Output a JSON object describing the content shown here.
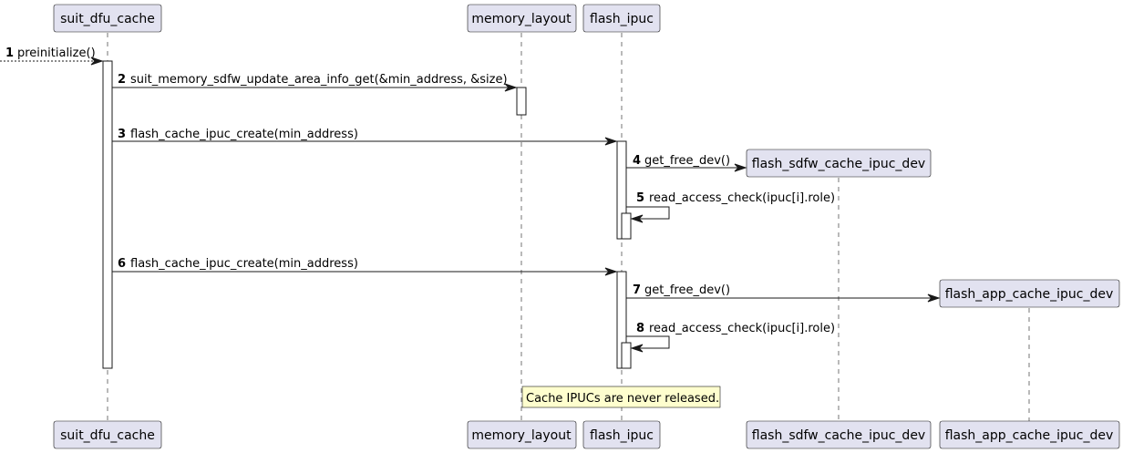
{
  "participants": {
    "suit_dfu_cache": "suit_dfu_cache",
    "memory_layout": "memory_layout",
    "flash_ipuc": "flash_ipuc",
    "flash_sdfw_cache_ipuc_dev": "flash_sdfw_cache_ipuc_dev",
    "flash_app_cache_ipuc_dev": "flash_app_cache_ipuc_dev"
  },
  "messages": [
    {
      "num": "1",
      "label": "preinitialize()"
    },
    {
      "num": "2",
      "label": "suit_memory_sdfw_update_area_info_get(&min_address, &size)"
    },
    {
      "num": "3",
      "label": "flash_cache_ipuc_create(min_address)"
    },
    {
      "num": "4",
      "label": "get_free_dev()"
    },
    {
      "num": "5",
      "label": "read_access_check(ipuc[i].role)"
    },
    {
      "num": "6",
      "label": "flash_cache_ipuc_create(min_address)"
    },
    {
      "num": "7",
      "label": "get_free_dev()"
    },
    {
      "num": "8",
      "label": "read_access_check(ipuc[i].role)"
    }
  ],
  "note": "Cache IPUCs are never released."
}
